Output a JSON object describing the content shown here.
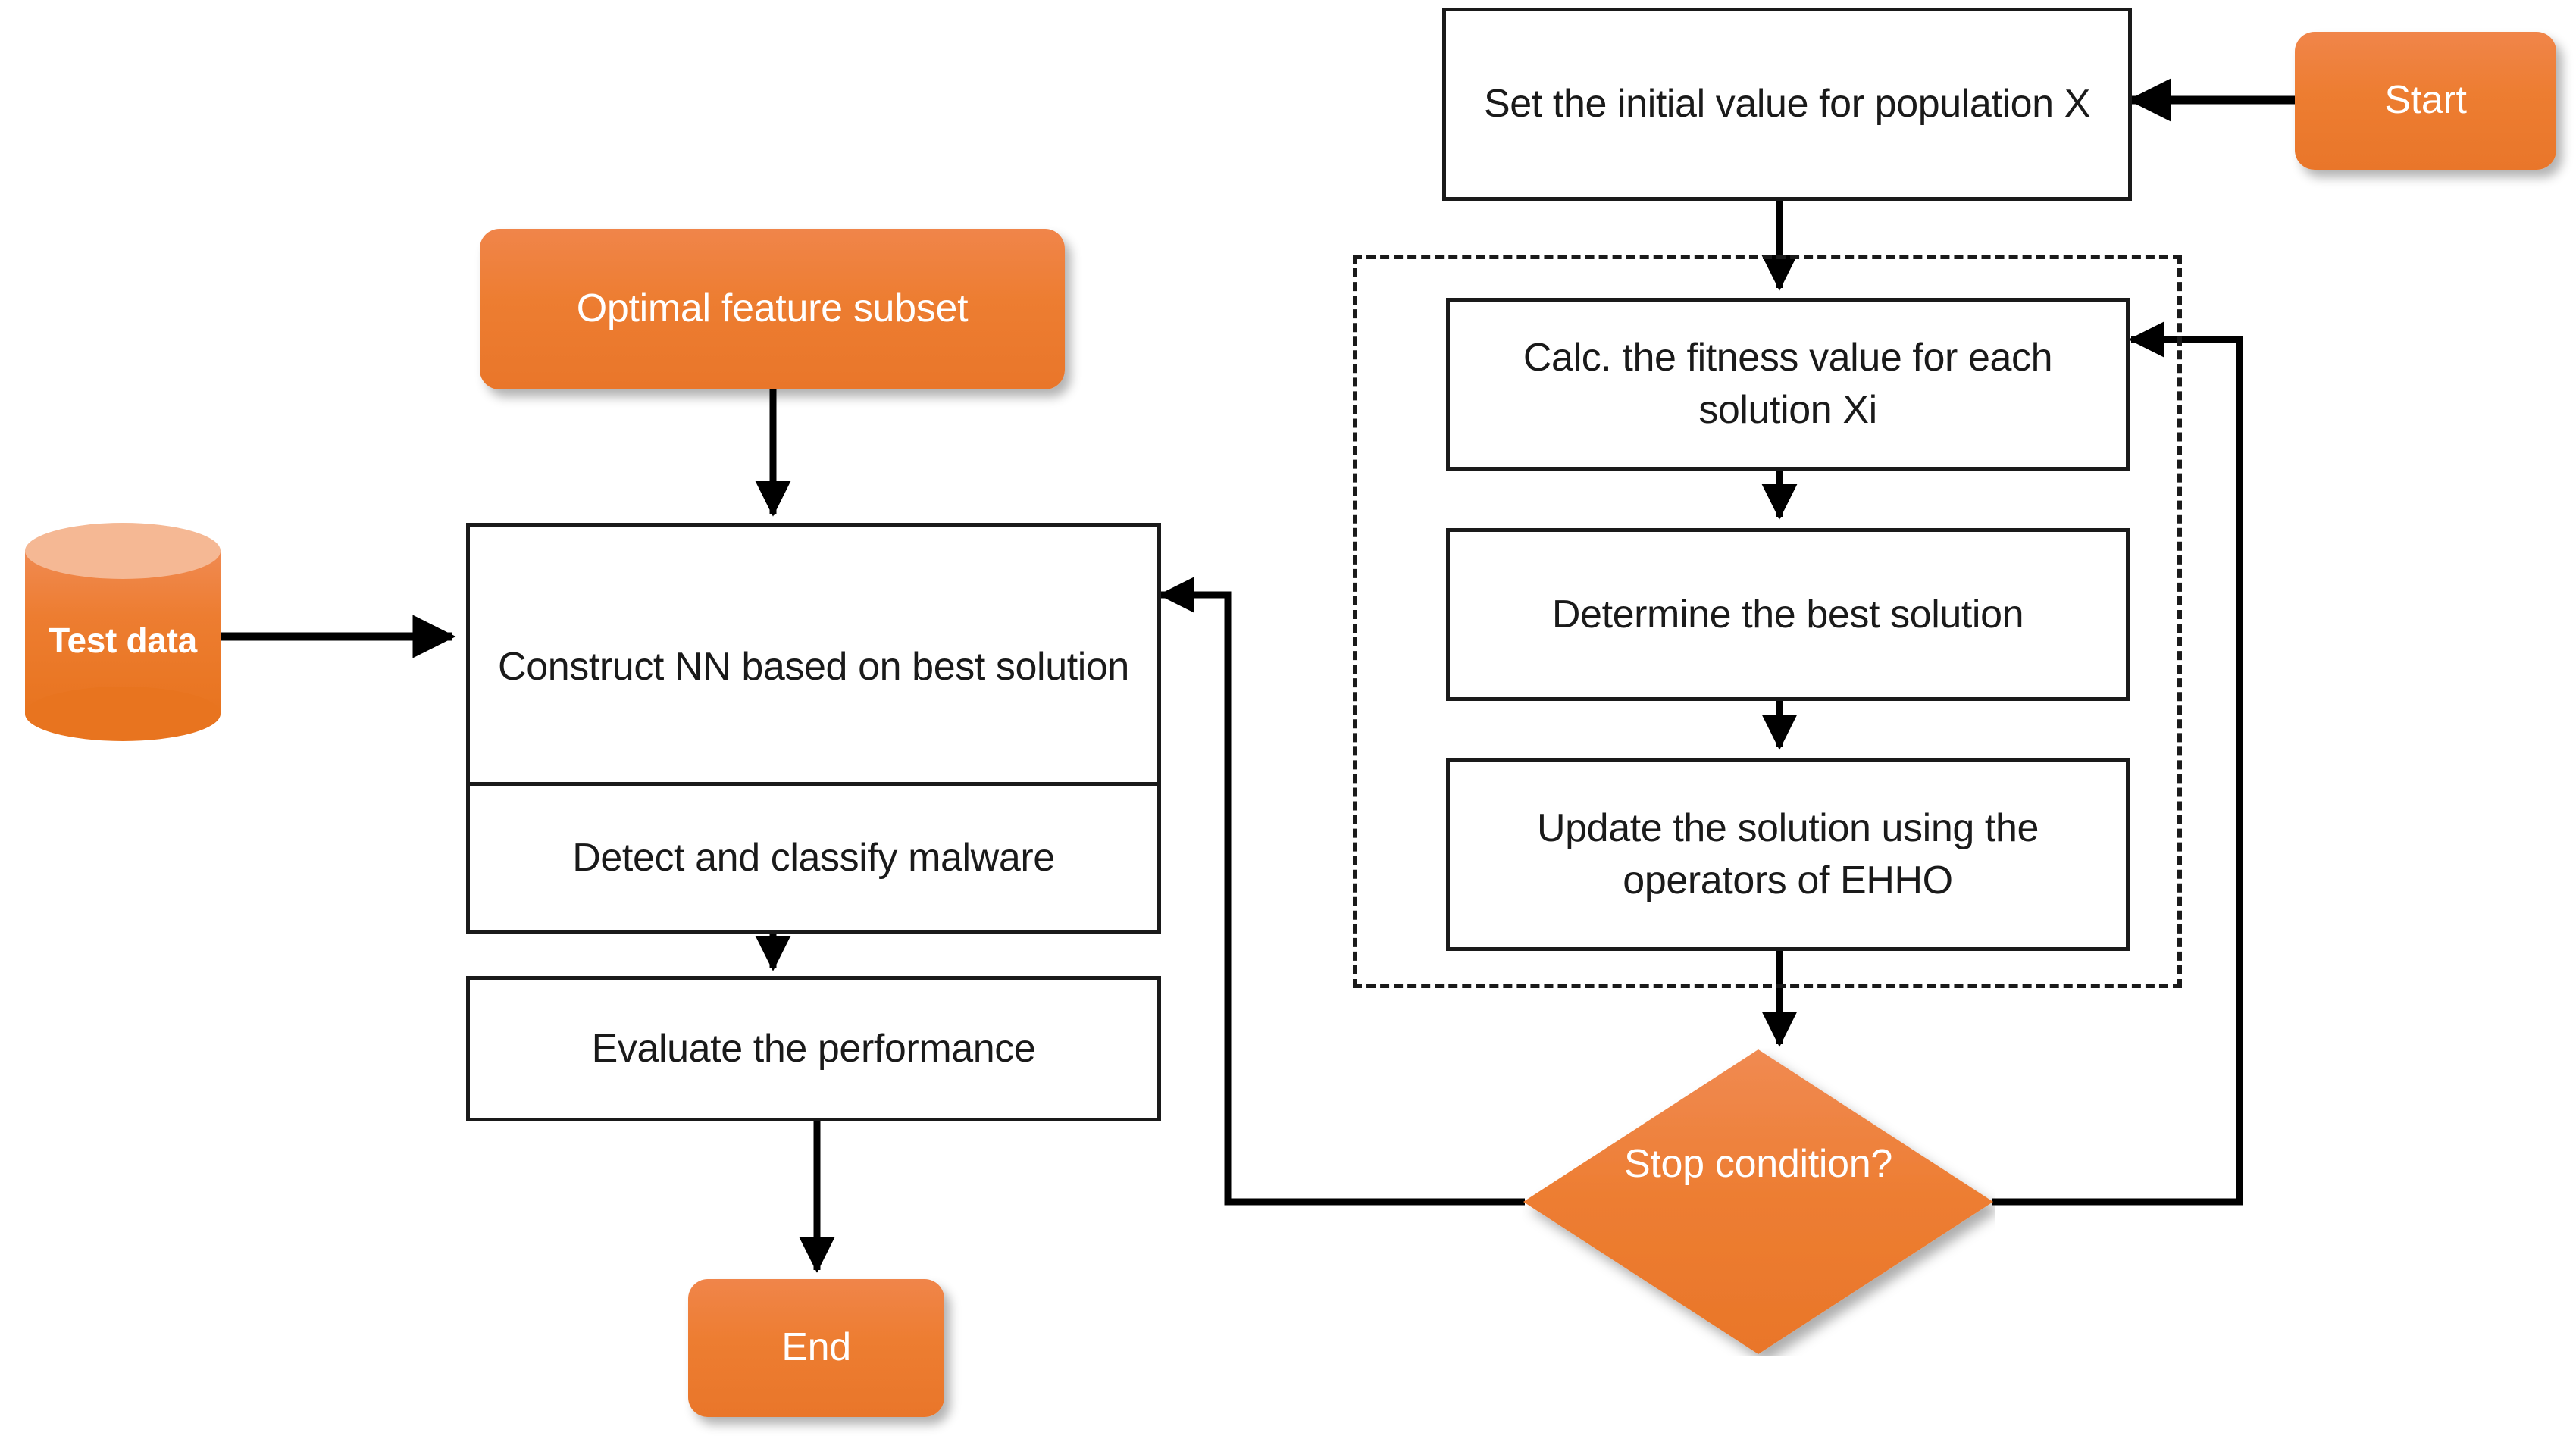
{
  "diagram": {
    "type": "flowchart",
    "title": "EHHO-based malware detection flowchart",
    "colors": {
      "accent_orange": "#ED7D31",
      "cylinder_top": "#F5B894",
      "node_border": "#1A1A1A",
      "node_fill": "#FFFFFF",
      "background": "#FFFFFF",
      "connector": "#000000"
    },
    "nodes": {
      "start": {
        "label": "Start",
        "shape": "terminator"
      },
      "set_initial": {
        "label": "Set the initial value for population X",
        "shape": "process"
      },
      "calc_fitness": {
        "label": "Calc. the fitness value for each solution Xi",
        "shape": "process"
      },
      "determine_best": {
        "label": "Determine the best solution",
        "shape": "process"
      },
      "update_solution": {
        "label": "Update the solution using the operators of EHHO",
        "shape": "process"
      },
      "stop_condition": {
        "label": "Stop condition?",
        "shape": "decision"
      },
      "optimal_subset": {
        "label": "Optimal feature subset",
        "shape": "terminator"
      },
      "test_data": {
        "label": "Test data",
        "shape": "database"
      },
      "construct_nn": {
        "label": "Construct NN based on best solution",
        "shape": "process"
      },
      "detect_classify": {
        "label": "Detect and classify malware",
        "shape": "process"
      },
      "evaluate": {
        "label": "Evaluate the performance",
        "shape": "process"
      },
      "end": {
        "label": "End",
        "shape": "terminator"
      }
    },
    "edges": [
      {
        "from": "start",
        "to": "set_initial",
        "label": ""
      },
      {
        "from": "set_initial",
        "to": "calc_fitness",
        "label": ""
      },
      {
        "from": "calc_fitness",
        "to": "determine_best",
        "label": ""
      },
      {
        "from": "determine_best",
        "to": "update_solution",
        "label": ""
      },
      {
        "from": "update_solution",
        "to": "stop_condition",
        "label": ""
      },
      {
        "from": "stop_condition",
        "to": "calc_fitness",
        "label": ""
      },
      {
        "from": "stop_condition",
        "to": "construct_nn",
        "label": ""
      },
      {
        "from": "optimal_subset",
        "to": "construct_nn",
        "label": ""
      },
      {
        "from": "test_data",
        "to": "construct_nn",
        "label": ""
      },
      {
        "from": "construct_nn",
        "to": "detect_classify",
        "label": ""
      },
      {
        "from": "detect_classify",
        "to": "evaluate",
        "label": ""
      },
      {
        "from": "evaluate",
        "to": "end",
        "label": ""
      }
    ],
    "groups": [
      {
        "name": "iteration-loop",
        "style": "dashed",
        "members": [
          "calc_fitness",
          "determine_best",
          "update_solution"
        ]
      }
    ]
  }
}
